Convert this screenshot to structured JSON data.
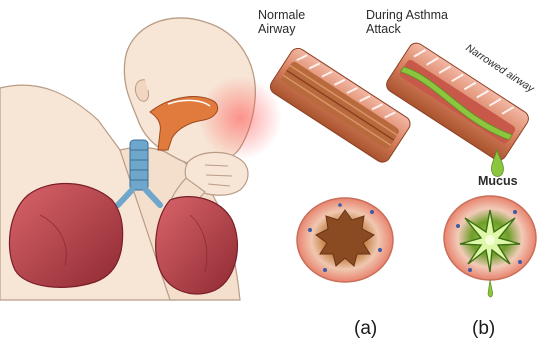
{
  "labels": {
    "normal": "Normale\nAirway",
    "attack": "During Asthma\nAttack",
    "narrowed": "Narrowed airway",
    "mucus": "Mucus"
  },
  "captions": {
    "a": "(a)",
    "b": "(b)"
  },
  "colors": {
    "skin": "#f7e6d6",
    "skin_line": "#b99c86",
    "lung": "#c2464d",
    "lung_dark": "#8f2a33",
    "trachea_blue": "#6fa6cc",
    "throat_orange": "#e07b3d",
    "airway_outer": "#e9a58f",
    "airway_inner": "#b86a3c",
    "mucus": "#8cc63f",
    "redness": "#ff6b6b"
  }
}
